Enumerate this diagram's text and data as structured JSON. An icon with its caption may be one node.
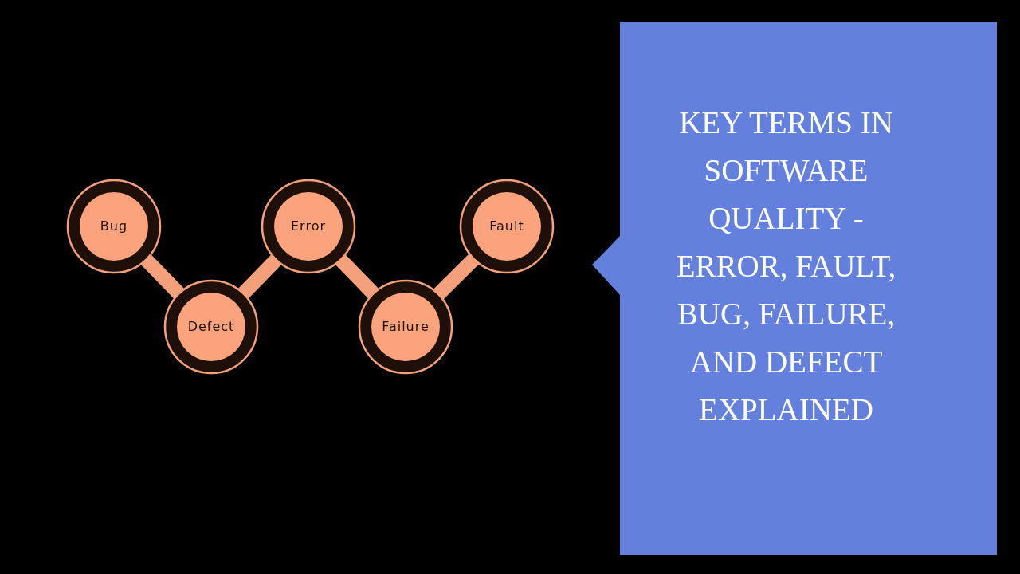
{
  "diagram": {
    "nodes": [
      {
        "text": [
          "Bug"
        ]
      },
      {
        "text": [
          "Defect"
        ]
      },
      {
        "text": [
          "Error"
        ]
      },
      {
        "text": [
          "Failure"
        ]
      },
      {
        "text": [
          "Fault"
        ]
      },
      {
        "text": [
          "KEY TERMS IN SOFTWARE QUALITY - ERROR, FAULT, BUG, FAILURE, AND DEFECT EXPLAINED"
        ]
      }
    ],
    "edges": [
      {
        "from": 0,
        "to": 1,
        "arrow": "none"
      },
      {
        "from": 1,
        "to": 2,
        "arrow": "none"
      },
      {
        "from": 2,
        "to": 3,
        "arrow": "none"
      },
      {
        "from": 3,
        "to": 4,
        "arrow": "none"
      }
    ]
  }
}
